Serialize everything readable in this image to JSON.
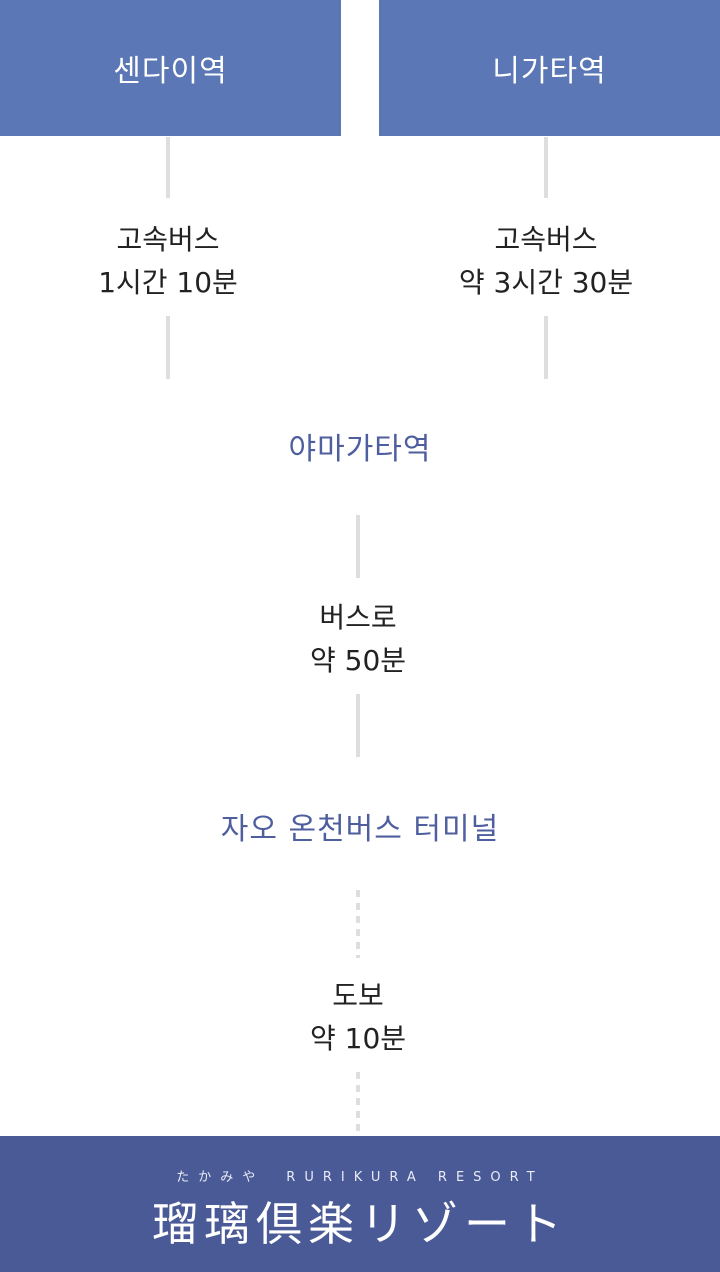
{
  "origins": {
    "left": "센다이역",
    "right": "니가타역"
  },
  "legs": {
    "left": {
      "mode": "고속버스",
      "time": "1시간 10분"
    },
    "right": {
      "mode": "고속버스",
      "time": "약 3시간 30분"
    },
    "bus": {
      "mode": "버스로",
      "time": "약 50분"
    },
    "walk": {
      "mode": "도보",
      "time": "약 10분"
    }
  },
  "stations": {
    "yamagata": "야마가타역",
    "zao": "자오 온천버스 터미널"
  },
  "footer": {
    "subtitle": "たかみや　RURIKURA RESORT",
    "logo": "瑠璃倶楽リゾート"
  },
  "colors": {
    "box": "#5b77b6",
    "station_text": "#4e5e9e",
    "footer": "#4a5a96",
    "connector": "#dedede"
  }
}
